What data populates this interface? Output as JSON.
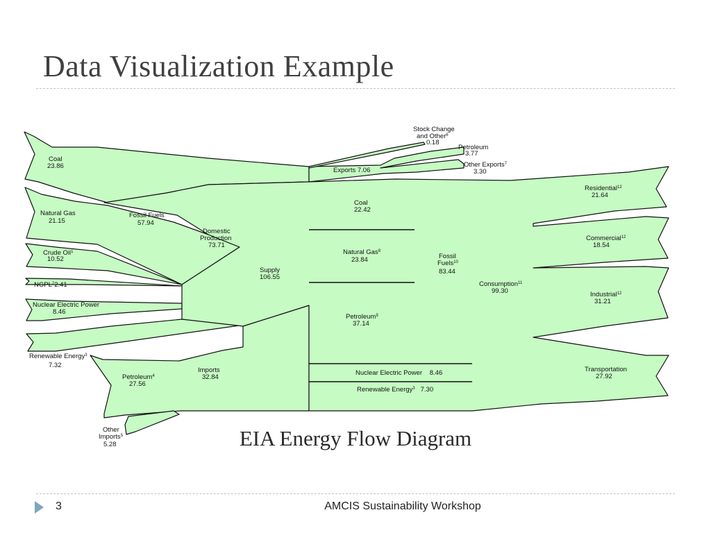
{
  "slide": {
    "title": "Data Visualization Example",
    "caption": "EIA Energy Flow Diagram",
    "page_number": "3",
    "footer": "AMCIS Sustainability Workshop"
  },
  "colors": {
    "flow_fill": "#c6fbc4",
    "flow_stroke": "#111111",
    "rule": "#b8c4cc",
    "bullet": "#7ea6bd"
  },
  "diagram": {
    "coal_in": {
      "name": "Coal",
      "value": "23.86"
    },
    "natural_gas_in": {
      "name": "Natural Gas",
      "value": "21.15"
    },
    "crude_oil_in": {
      "name": "Crude Oil",
      "sup": "1",
      "value": "10.52"
    },
    "ngpl_in": {
      "name": "NGPL",
      "sup": "2",
      "value": "2.41"
    },
    "nuclear_in": {
      "name": "Nuclear Electric Power",
      "value": "8.46"
    },
    "renewable_in": {
      "name": "Renewable Energy",
      "sup": "3",
      "value": "7.32"
    },
    "fossil_fuels_prod": {
      "name": "Fossil Fuels",
      "value": "57.94"
    },
    "domestic_production": {
      "line1": "Domestic",
      "line2": "Production",
      "value": "73.71"
    },
    "supply": {
      "name": "Supply",
      "value": "106.55"
    },
    "petroleum_imports": {
      "name": "Petroleum",
      "sup": "4",
      "value": "27.56"
    },
    "imports": {
      "name": "Imports",
      "value": "32.84"
    },
    "other_imports": {
      "line1": "Other",
      "line2": "Imports",
      "sup": "5",
      "value": "5.28"
    },
    "stock_change": {
      "line1": "Stock Change",
      "line2": "and Other",
      "sup": "6",
      "value": "0.18"
    },
    "petroleum_exports": {
      "name": "Petroleum",
      "value": "3.77"
    },
    "other_exports": {
      "name": "Other Exports",
      "sup": "7",
      "value": "3.30"
    },
    "exports": {
      "name": "Exports",
      "value": "7.06"
    },
    "coal_cons": {
      "name": "Coal",
      "value": "22.42"
    },
    "natural_gas_cons": {
      "name": "Natural Gas",
      "sup": "8",
      "value": "23.84"
    },
    "petroleum_cons": {
      "name": "Petroleum",
      "sup": "9",
      "value": "37.14"
    },
    "fossil_fuels_cons": {
      "line1": "Fossil",
      "line2": "Fuels",
      "sup": "10",
      "value": "83.44"
    },
    "nuclear_cons": {
      "name": "Nuclear Electric Power",
      "value": "8.46"
    },
    "renewable_cons": {
      "name": "Renewable Energy",
      "sup": "3",
      "value": "7.30"
    },
    "consumption": {
      "name": "Consumption",
      "sup": "11",
      "value": "99.30"
    },
    "residential": {
      "name": "Residential",
      "sup": "12",
      "value": "21.64"
    },
    "commercial": {
      "name": "Commercial",
      "sup": "12",
      "value": "18.54"
    },
    "industrial": {
      "name": "Industrial",
      "sup": "12",
      "value": "31.21"
    },
    "transportation": {
      "name": "Transportation",
      "value": "27.92"
    }
  }
}
